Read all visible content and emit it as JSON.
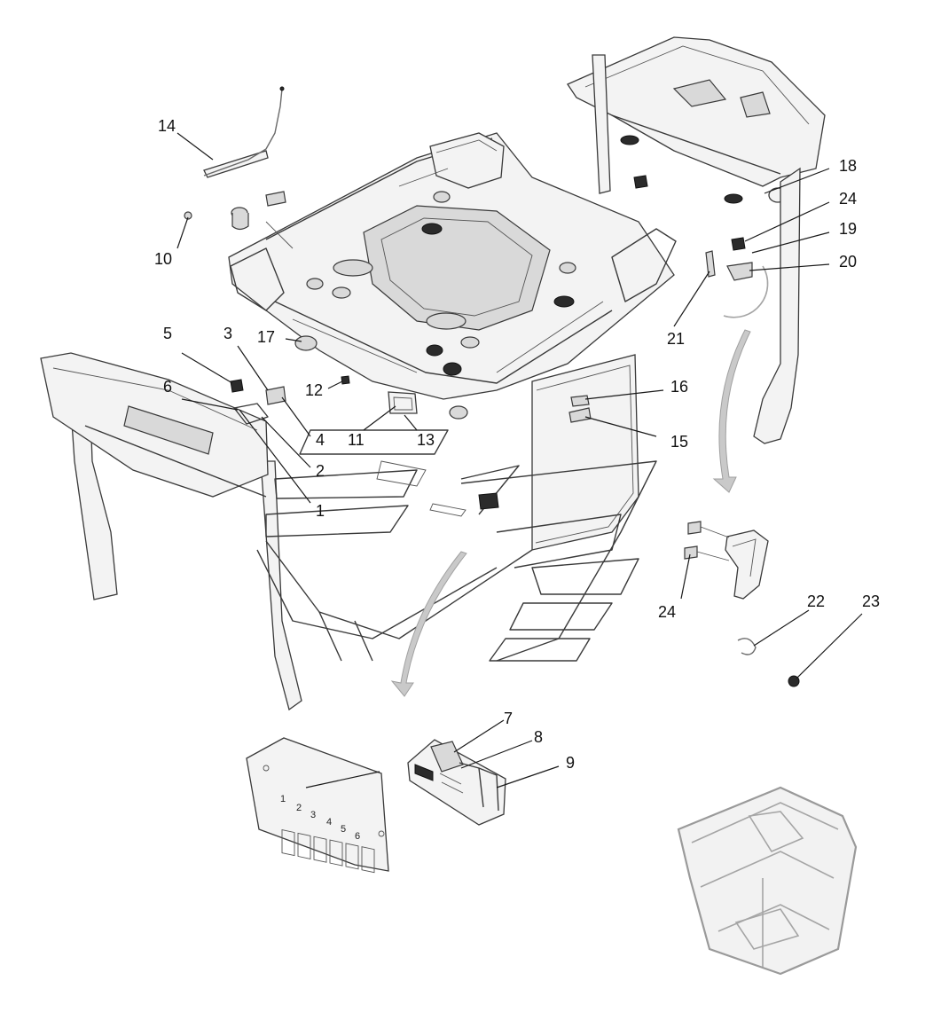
{
  "diagram": {
    "callouts": [
      {
        "id": "1",
        "label": "1"
      },
      {
        "id": "2",
        "label": "2"
      },
      {
        "id": "3",
        "label": "3"
      },
      {
        "id": "4",
        "label": "4"
      },
      {
        "id": "5",
        "label": "5"
      },
      {
        "id": "6",
        "label": "6"
      },
      {
        "id": "7",
        "label": "7"
      },
      {
        "id": "8",
        "label": "8"
      },
      {
        "id": "9",
        "label": "9"
      },
      {
        "id": "10",
        "label": "10"
      },
      {
        "id": "11",
        "label": "11"
      },
      {
        "id": "12",
        "label": "12"
      },
      {
        "id": "13",
        "label": "13"
      },
      {
        "id": "14",
        "label": "14"
      },
      {
        "id": "15",
        "label": "15"
      },
      {
        "id": "16",
        "label": "16"
      },
      {
        "id": "17",
        "label": "17"
      },
      {
        "id": "18",
        "label": "18"
      },
      {
        "id": "19",
        "label": "19"
      },
      {
        "id": "20",
        "label": "20"
      },
      {
        "id": "21",
        "label": "21"
      },
      {
        "id": "22",
        "label": "22"
      },
      {
        "id": "23",
        "label": "23"
      },
      {
        "id": "24a",
        "label": "24"
      },
      {
        "id": "24b",
        "label": "24"
      }
    ],
    "switch_panel_numbers": [
      "1",
      "2",
      "3",
      "4",
      "5",
      "6"
    ],
    "colors": {
      "line": "#3a3a3a",
      "ghost": "#9a9a9a",
      "background": "#ffffff"
    }
  }
}
